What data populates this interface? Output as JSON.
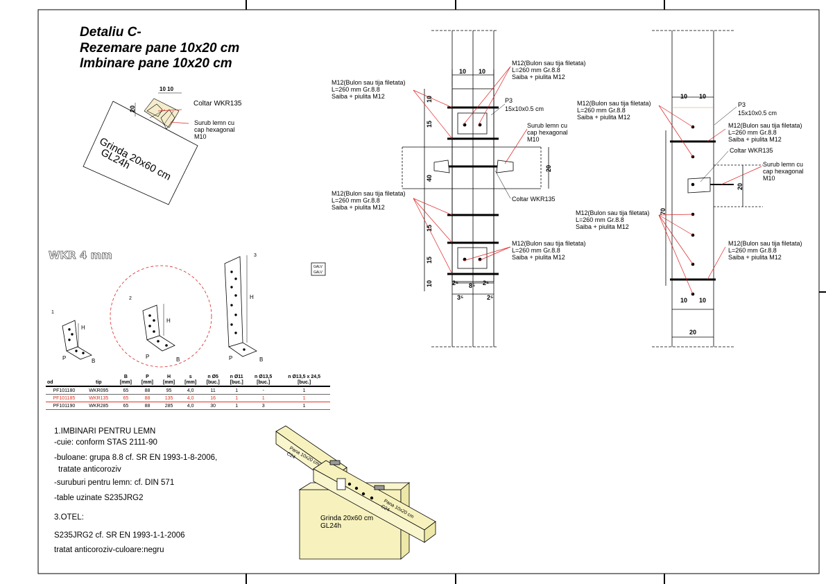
{
  "title": {
    "line1": "Detaliu C-",
    "line2": "Rezemare pane 10x20 cm",
    "line3": "Imbinare pane 10x20 cm"
  },
  "small_detail": {
    "dim_top": "10 10",
    "dim_left": "20",
    "beam_label_1": "Grinda 20x60 cm",
    "beam_label_2": "GL24h",
    "bracket_label": "Coltar WKR135",
    "screw_label_1": "Surub lemn cu",
    "screw_label_2": "cap hexagonal",
    "screw_label_3": "M10"
  },
  "catalog": {
    "heading": "WKR 4 mm",
    "item_1": "1",
    "item_2": "2",
    "item_3": "3",
    "dim_h": "H",
    "dim_p": "P",
    "dim_b": "B",
    "badge_1": "GALV",
    "badge_2": "GALV"
  },
  "spec_table": {
    "headers": [
      {
        "l1": "od",
        "l2": ""
      },
      {
        "l1": "tip",
        "l2": ""
      },
      {
        "l1": "B",
        "l2": "[mm]"
      },
      {
        "l1": "P",
        "l2": "[mm]"
      },
      {
        "l1": "H",
        "l2": "[mm]"
      },
      {
        "l1": "s",
        "l2": "[mm]"
      },
      {
        "l1": "n Ø5",
        "l2": "[buc.]"
      },
      {
        "l1": "n Ø11",
        "l2": "[buc.]"
      },
      {
        "l1": "n Ø13,5",
        "l2": "[buc.]"
      },
      {
        "l1": "n Ø13,5 x 24,5",
        "l2": "[buc.]"
      }
    ],
    "rows": [
      [
        "PF101180",
        "WKR095",
        "65",
        "88",
        "95",
        "4,0",
        "11",
        "1",
        "-",
        "1"
      ],
      [
        "PF101185",
        "WKR135",
        "65",
        "88",
        "135",
        "4,0",
        "16",
        "1",
        "1",
        "1"
      ],
      [
        "PF101190",
        "WKR285",
        "65",
        "88",
        "285",
        "4,0",
        "30",
        "1",
        "3",
        "1"
      ]
    ]
  },
  "notes": {
    "n1": "1.IMBINARI PENTRU LEMN",
    "n2": "-cuie: conform STAS 2111-90",
    "n3": "-buloane: grupa 8.8 cf. SR EN 1993-1-8-2006,",
    "n4": "tratate anticoroziv",
    "n5": "-suruburi pentru lemn: cf. DIN 571",
    "n6": "-table uzinate S235JRG2",
    "n7": "3.OTEL:",
    "n8": "S235JRG2 cf. SR EN 1993-1-1-2006",
    "n9": "tratat anticoroziv-culoare:negru"
  },
  "iso_view": {
    "purlin_1a": "Pana 10x20 cm",
    "purlin_1b": "C24",
    "purlin_2a": "Pana 10x20 cm",
    "purlin_2b": "C24",
    "beam_a": "Grinda 20x60 cm",
    "beam_b": "GL24h"
  },
  "front_view": {
    "dim_10a": "10",
    "dim_10b": "10",
    "bolt_top_1": "M12(Bulon sau tija filetata)",
    "bolt_top_2": "L=260 mm Gr.8.8",
    "bolt_top_3": "Saiba + piulita M12",
    "bolt_l1_1": "M12(Bulon sau tija filetata)",
    "bolt_l1_2": "L=260 mm Gr.8.8",
    "bolt_l1_3": "Saiba + piulita M12",
    "p3_1": "P3",
    "p3_2": "15x10x0.5 cm",
    "screw_1": "Surub lemn cu",
    "screw_2": "cap hexagonal",
    "screw_3": "M10",
    "bracket": "Coltar WKR135",
    "bolt_l2_1": "M12(Bulon sau tija filetata)",
    "bolt_l2_2": "L=260 mm Gr.8.8",
    "bolt_l2_3": "Saiba + piulita M12",
    "bolt_bot_1": "M12(Bulon sau tija filetata)",
    "bolt_bot_2": "L=260 mm Gr.8.8",
    "bolt_bot_3": "Saiba + piulita M12",
    "v_10a": "10",
    "v_15a": "15",
    "v_40": "40",
    "v_15b": "15",
    "v_15c": "15",
    "v_10b": "10",
    "h_20": "20",
    "b_25a": "2⁵",
    "b_85": "8⁵",
    "b_25b": "2⁵",
    "b_35": "3⁵",
    "b_25c": "2⁵"
  },
  "side_view": {
    "dim_10a": "10",
    "dim_10b": "10",
    "bolt_1_1": "M12(Bulon sau tija filetata)",
    "bolt_1_2": "L=260 mm Gr.8.8",
    "bolt_1_3": "Saiba + piulita M12",
    "p3_1": "P3",
    "p3_2": "15x10x0.5 cm",
    "bolt_2_1": "M12(Bulon sau tija filetata)",
    "bolt_2_2": "L=260 mm Gr.8.8",
    "bolt_2_3": "Saiba + piulita M12",
    "bracket": "Coltar WKR135",
    "screw_1": "Surub lemn cu",
    "screw_2": "cap hexagonal",
    "screw_3": "M10",
    "h_20": "20",
    "bolt_3_1": "M12(Bulon sau tija filetata)",
    "bolt_3_2": "L=260 mm Gr.8.8",
    "bolt_3_3": "Saiba + piulita M12",
    "v_70": "70",
    "bolt_4_1": "M12(Bulon sau tija filetata)",
    "bolt_4_2": "L=260 mm Gr.8.8",
    "bolt_4_3": "Saiba + piulita M12",
    "dim_10c": "10",
    "dim_10d": "10",
    "dim_20": "20"
  }
}
